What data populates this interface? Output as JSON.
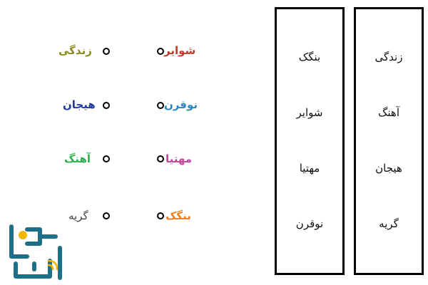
{
  "left_pairs": [
    {
      "word": "زندگی",
      "color": "#8a8a1a"
    },
    {
      "word": "هیجان",
      "color": "#1f3c98"
    },
    {
      "word": "آهنگ",
      "color": "#2bb24c"
    },
    {
      "word": "گریه",
      "color": "#444444"
    }
  ],
  "right_pairs": [
    {
      "word": "شوایر",
      "color": "#c0392b"
    },
    {
      "word": "نوقرن",
      "color": "#2e86c1"
    },
    {
      "word": "مهتیا",
      "color": "#c2449b"
    },
    {
      "word": "بنگک",
      "color": "#e67e22"
    }
  ],
  "column_a": [
    "بنگک",
    "شوایر",
    "مهتیا",
    "نوقرن"
  ],
  "column_b": [
    "زندگی",
    "آهنگ",
    "هیجان",
    "گریه"
  ]
}
